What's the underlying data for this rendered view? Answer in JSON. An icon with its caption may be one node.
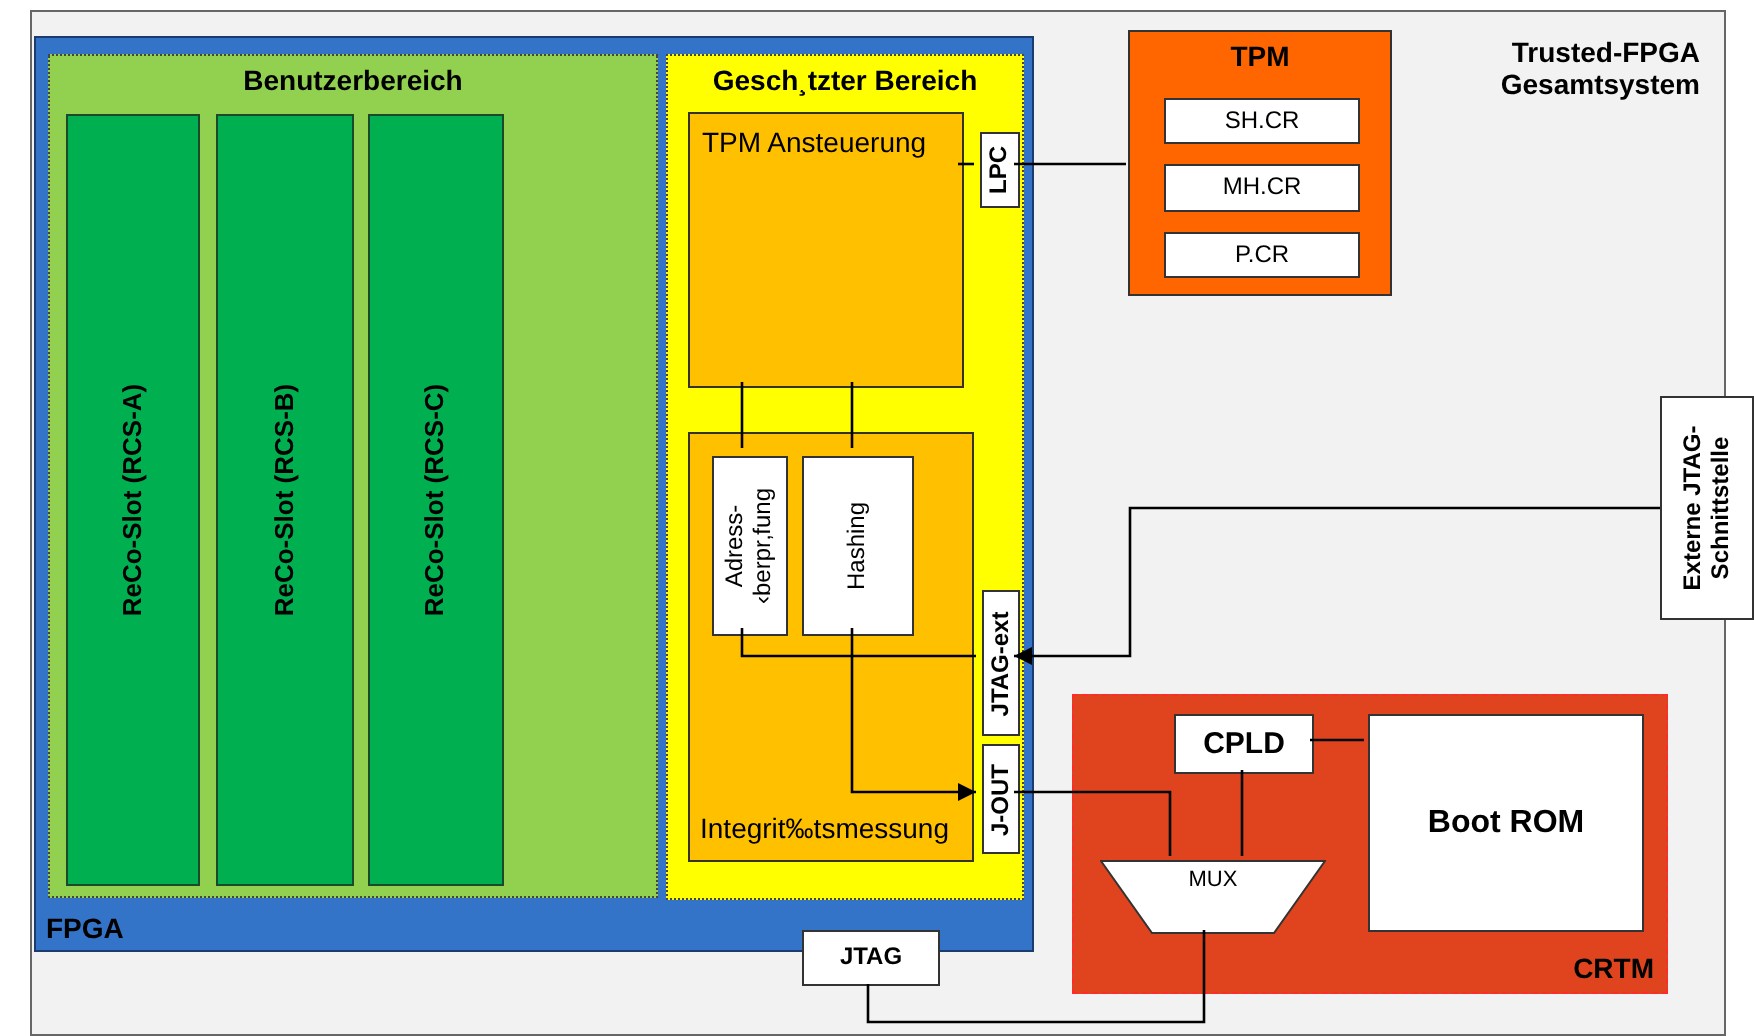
{
  "diagram": {
    "nodes": [
      {
        "text": [
          "Trusted-FPGA Gesamtsystem"
        ]
      },
      {
        "text": [
          "FPGA"
        ],
        "in": 0
      },
      {
        "text": [
          "Benutzerbereich"
        ],
        "in": 1
      },
      {
        "text": [
          "ReCo-Slot (RCS-A)"
        ],
        "in": 2
      },
      {
        "text": [
          "ReCo-Slot  (RCS-B)"
        ],
        "in": 2
      },
      {
        "text": [
          "ReCo-Slot  (RCS-C)"
        ],
        "in": 2
      },
      {
        "text": [
          "Gesch¸tzter Bereich"
        ],
        "in": 1
      },
      {
        "text": [
          "TPM Ansteuerung"
        ],
        "in": 6
      },
      {
        "text": [
          "LPC"
        ],
        "in": 6
      },
      {
        "text": [
          "Integrit‰tsmessung"
        ],
        "in": 6
      },
      {
        "text": [
          "Adress- ‹berpr‚fung"
        ],
        "in": 9
      },
      {
        "text": [
          "Hashing"
        ],
        "in": 9
      },
      {
        "text": [
          "JTAG-ext"
        ],
        "in": 6
      },
      {
        "text": [
          "J-OUT"
        ],
        "in": 6
      },
      {
        "text": [
          "TPM"
        ],
        "in": 0
      },
      {
        "text": [
          "SH.CR"
        ],
        "in": 14
      },
      {
        "text": [
          "MH.CR"
        ],
        "in": 14
      },
      {
        "text": [
          "P.CR"
        ],
        "in": 14
      },
      {
        "text": [
          "Externe JTAG- Schnittstelle"
        ]
      },
      {
        "text": [
          "CRTM"
        ],
        "in": 0
      },
      {
        "text": [
          "CPLD"
        ],
        "in": 19
      },
      {
        "text": [
          "Boot ROM"
        ],
        "in": 19
      },
      {
        "text": [
          "MUX"
        ],
        "in": 19
      },
      {
        "text": [
          "JTAG"
        ],
        "in": 0
      }
    ],
    "edges": [
      {
        "from": 7,
        "to": 8,
        "arrow": "none"
      },
      {
        "from": 8,
        "to": 14,
        "arrow": "none"
      },
      {
        "from": 7,
        "to": 10,
        "arrow": "none"
      },
      {
        "from": 7,
        "to": 11,
        "arrow": "none"
      },
      {
        "from": 18,
        "to": 12,
        "arrow": "to"
      },
      {
        "from": 12,
        "to": 10,
        "arrow": "none"
      },
      {
        "from": 11,
        "to": 13,
        "arrow": "to"
      },
      {
        "from": 13,
        "to": 22,
        "arrow": "none"
      },
      {
        "from": 20,
        "to": 22,
        "arrow": "none"
      },
      {
        "from": 20,
        "to": 21,
        "arrow": "none"
      },
      {
        "from": 22,
        "to": 23,
        "arrow": "none"
      }
    ]
  }
}
